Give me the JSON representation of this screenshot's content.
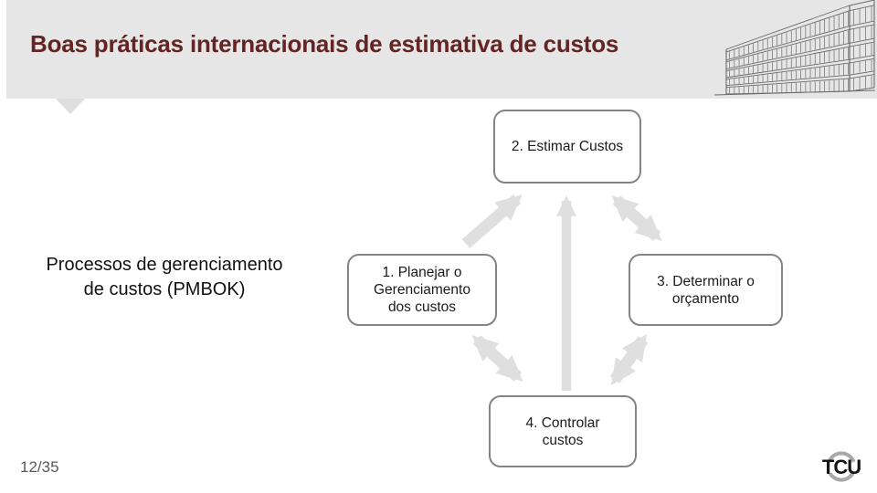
{
  "slide": {
    "title": "Boas práticas internacionais de estimativa de custos",
    "page_number": "12/35"
  },
  "colors": {
    "header_band": "#e6e6e6",
    "header_pointer": "#dedede",
    "title_text": "#632423",
    "box_border": "#848484",
    "box_fill": "#ffffff",
    "box_text": "#1b1b1b",
    "arrow": "#dfdfdf",
    "page_number": "#595959",
    "building_line": "#6a6a6a",
    "logo_text": "#141414",
    "logo_swoosh": "#a8a8a8"
  },
  "diagram": {
    "side_label": "Processos de gerenciamento\nde custos (PMBOK)",
    "nodes": [
      {
        "id": 1,
        "label": "1. Planejar o\nGerenciamento\ndos custos"
      },
      {
        "id": 2,
        "label": "2. Estimar Custos"
      },
      {
        "id": 3,
        "label": "3. Determinar o\norçamento"
      },
      {
        "id": 4,
        "label": "4. Controlar\ncustos"
      }
    ],
    "arrows": [
      {
        "from": "1. Planejar o Gerenciamento dos custos",
        "to": "2. Estimar Custos",
        "type": "single"
      },
      {
        "from": "4. Controlar custos",
        "to": "2. Estimar Custos",
        "type": "single"
      },
      {
        "from": "2. Estimar Custos",
        "to": "3. Determinar o orçamento",
        "type": "double"
      },
      {
        "from": "1. Planejar o Gerenciamento dos custos",
        "to": "4. Controlar custos",
        "type": "double"
      },
      {
        "from": "3. Determinar o orçamento",
        "to": "4. Controlar custos",
        "type": "double"
      }
    ]
  },
  "logo": {
    "text": "TCU"
  }
}
